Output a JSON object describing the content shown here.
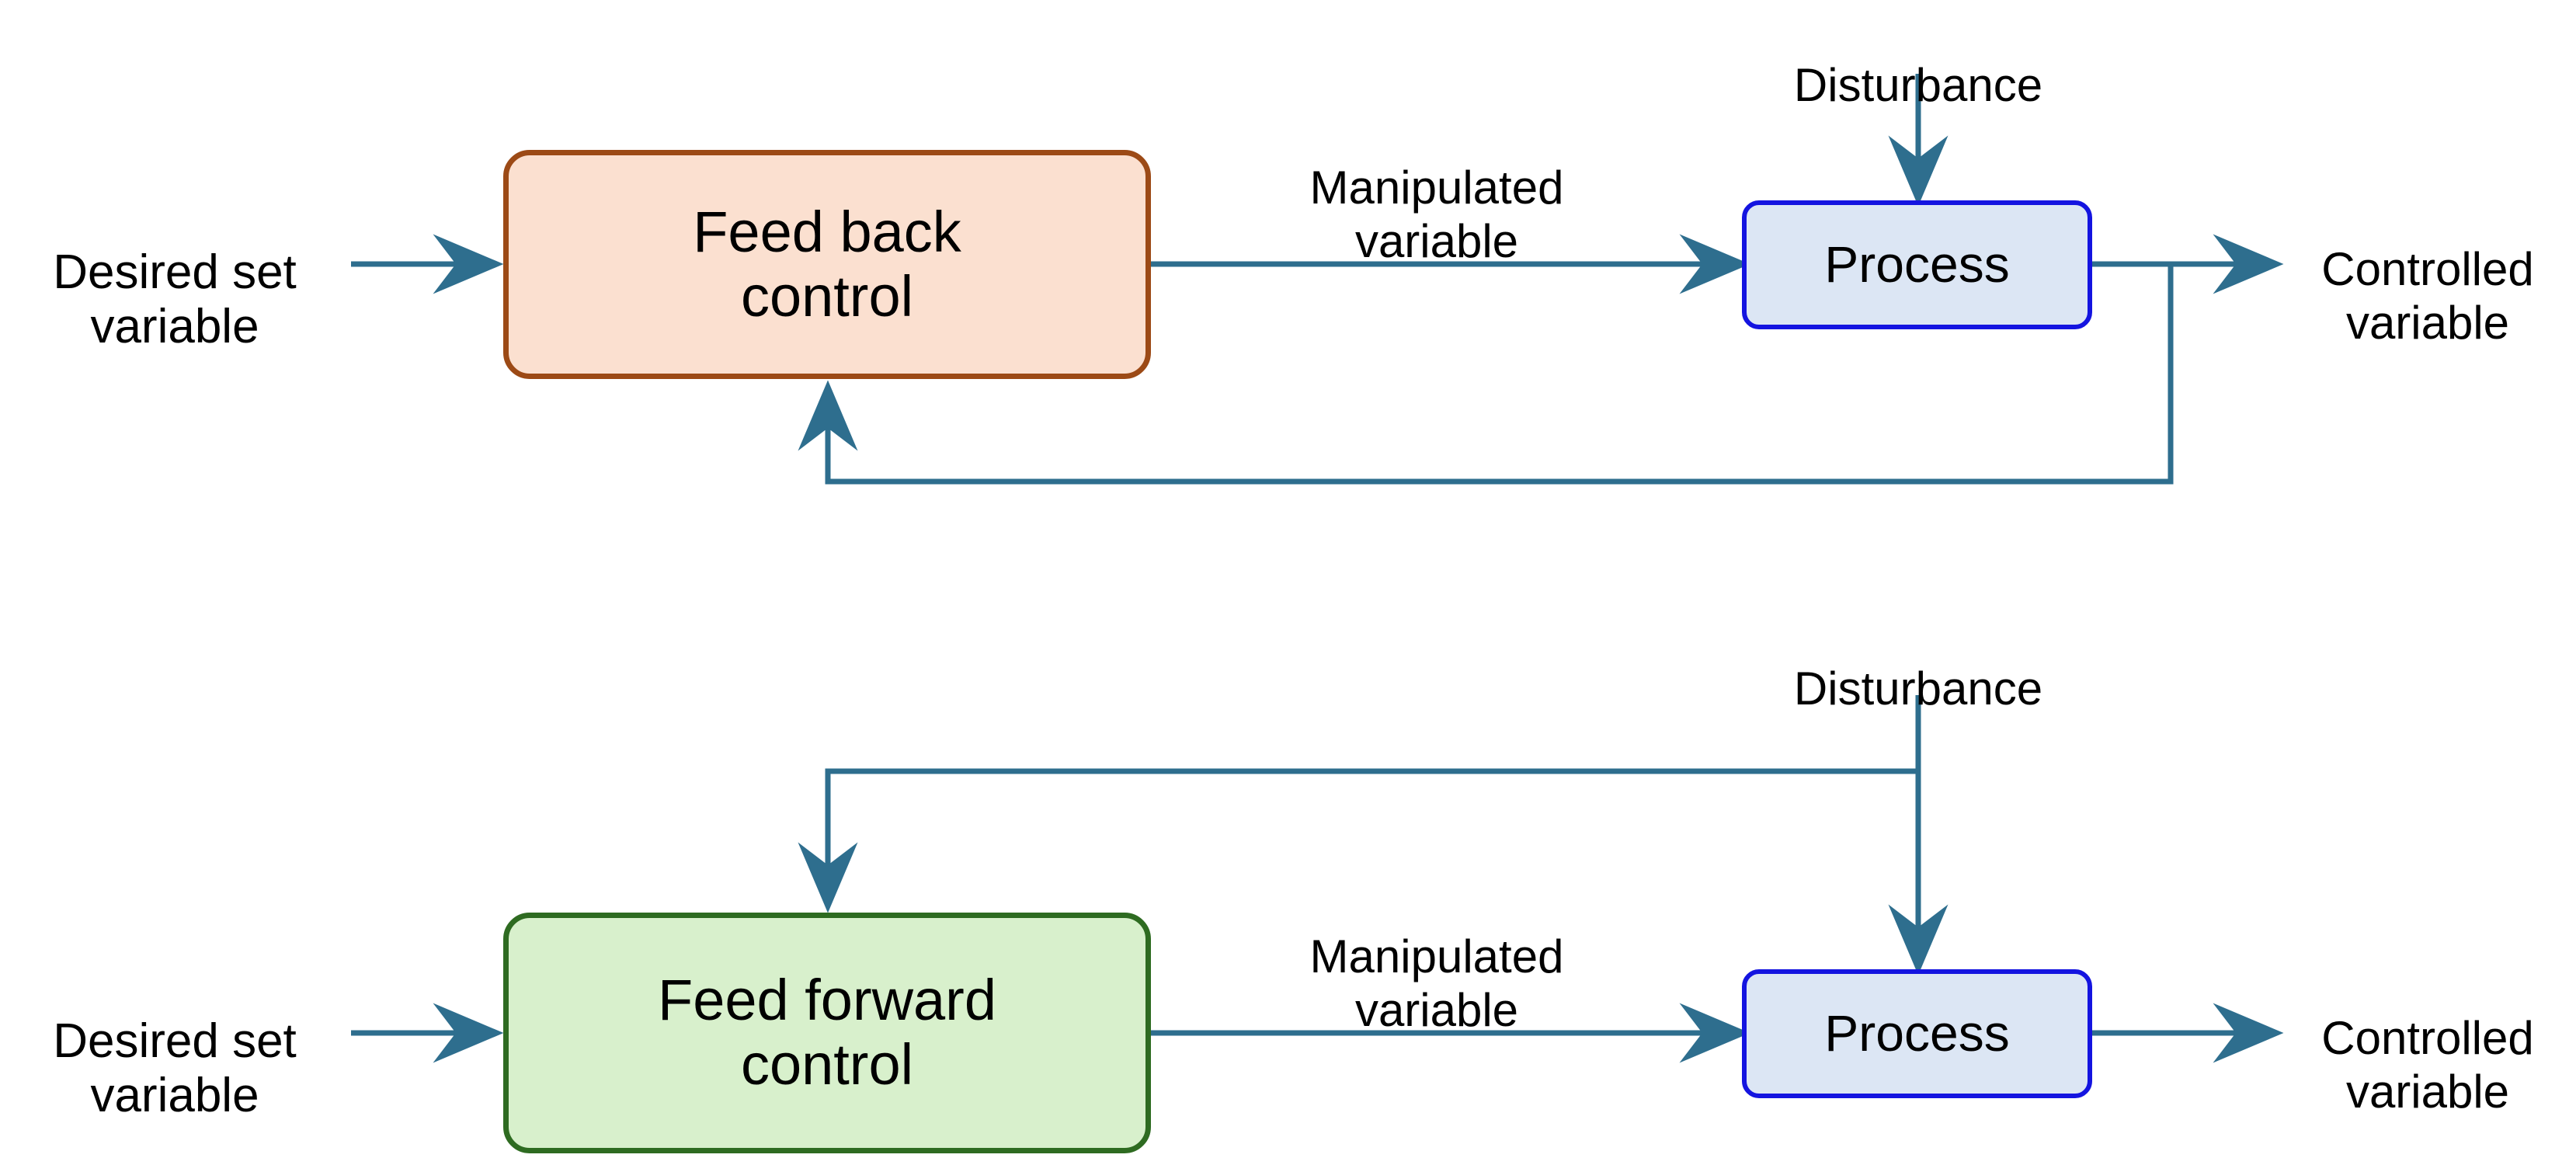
{
  "diagram": {
    "title_visible": false,
    "colors": {
      "wire": "#2E6E8E",
      "feedback_box_fill": "#FBE0D0",
      "feedback_box_border": "#9C4A16",
      "feedforward_box_fill": "#D8F0CC",
      "feedforward_box_border": "#2E6B21",
      "process_box_fill": "#DCE6F4",
      "process_box_border": "#1414E0",
      "text": "#000000",
      "background": "#FFFFFF"
    },
    "feedback_section": {
      "input_label": "Desired set\nvariable",
      "controller_label": "Feed back\ncontrol",
      "manipulated_label": "Manipulated\nvariable",
      "disturbance_label": "Disturbance",
      "process_label": "Process",
      "output_label": "Controlled\nvariable"
    },
    "feedforward_section": {
      "input_label": "Desired set\nvariable",
      "controller_label": "Feed forward\ncontrol",
      "manipulated_label": "Manipulated\nvariable",
      "disturbance_label": "Disturbance",
      "process_label": "Process",
      "output_label": "Controlled\nvariable"
    }
  }
}
